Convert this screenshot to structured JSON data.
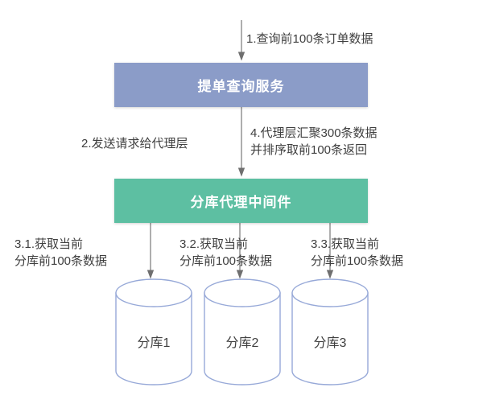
{
  "diagram": {
    "title_nodes": {
      "service": "提单查询服务",
      "middleware": "分库代理中间件"
    },
    "edge_labels": {
      "step1": "1.查询前100条订单数据",
      "step2": "2.发送请求给代理层",
      "step4": "4.代理层汇聚300条数据\n并排序取前100条返回",
      "step31": "3.1.获取当前\n分库前100条数据",
      "step32": "3.2.获取当前\n分库前100条数据",
      "step33": "3.3.获取当前\n分库前100条数据"
    },
    "databases": [
      {
        "label": "分库1"
      },
      {
        "label": "分库2"
      },
      {
        "label": "分库3"
      }
    ],
    "colors": {
      "service_box": "#8b9cc8",
      "middleware_box": "#5dbfa2",
      "cylinder_stroke": "#97a9d8",
      "cylinder_fill": "#ffffff",
      "arrow": "#7f7f7f",
      "text": "#3f3f3f"
    }
  }
}
